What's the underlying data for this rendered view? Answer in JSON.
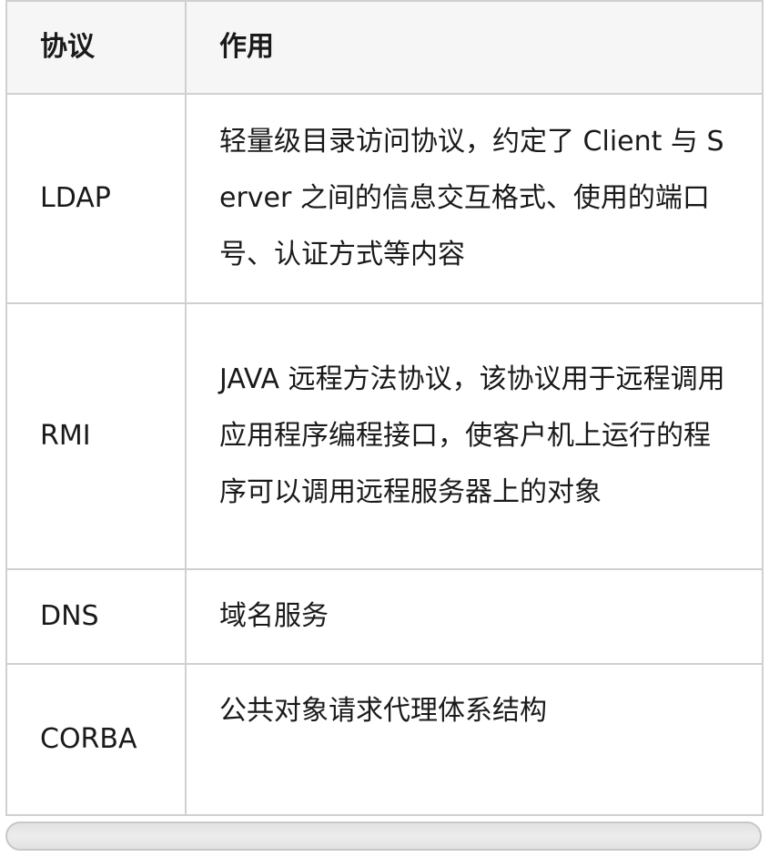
{
  "table": {
    "headers": {
      "protocol": "协议",
      "purpose": "作用"
    },
    "rows": [
      {
        "protocol": "LDAP",
        "purpose": "轻量级目录访问协议，约定了 Client 与 Server 之间的信息交互格式、使用的端口号、认证方式等内容"
      },
      {
        "protocol": "RMI",
        "purpose": "JAVA 远程方法协议，该协议用于远程调用应用程序编程接口，使客户机上运行的程序可以调用远程服务器上的对象"
      },
      {
        "protocol": "DNS",
        "purpose": "域名服务"
      },
      {
        "protocol": "CORBA",
        "purpose": "公共对象请求代理体系结构"
      }
    ]
  }
}
